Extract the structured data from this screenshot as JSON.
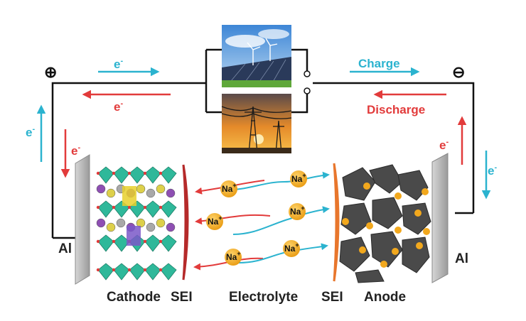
{
  "colors": {
    "charge": "#2bb3cf",
    "discharge": "#e23b3b",
    "wire": "#111111",
    "sodium": "#f2a81d",
    "cathode_sei": "#b52a2a",
    "anode_sei": "#e8762c",
    "anode_particle": "#4a4a4a",
    "cathode_layer": "#2fb89a",
    "collector": "#b8b8b8"
  },
  "terminals": {
    "positive": "⊕",
    "negative": "⊖"
  },
  "electron": {
    "base": "e",
    "sup": "-"
  },
  "flow": {
    "charge": "Charge",
    "discharge": "Discharge"
  },
  "ion": {
    "base": "Na",
    "sup": "+"
  },
  "labels": {
    "al_left": "Al",
    "al_right": "Al",
    "cathode": "Cathode",
    "sei_cathode": "SEI",
    "electrolyte": "Electrolyte",
    "sei_anode": "SEI",
    "anode": "Anode"
  },
  "images": {
    "top": "wind-solar-photo",
    "bottom": "power-grid-photo"
  }
}
